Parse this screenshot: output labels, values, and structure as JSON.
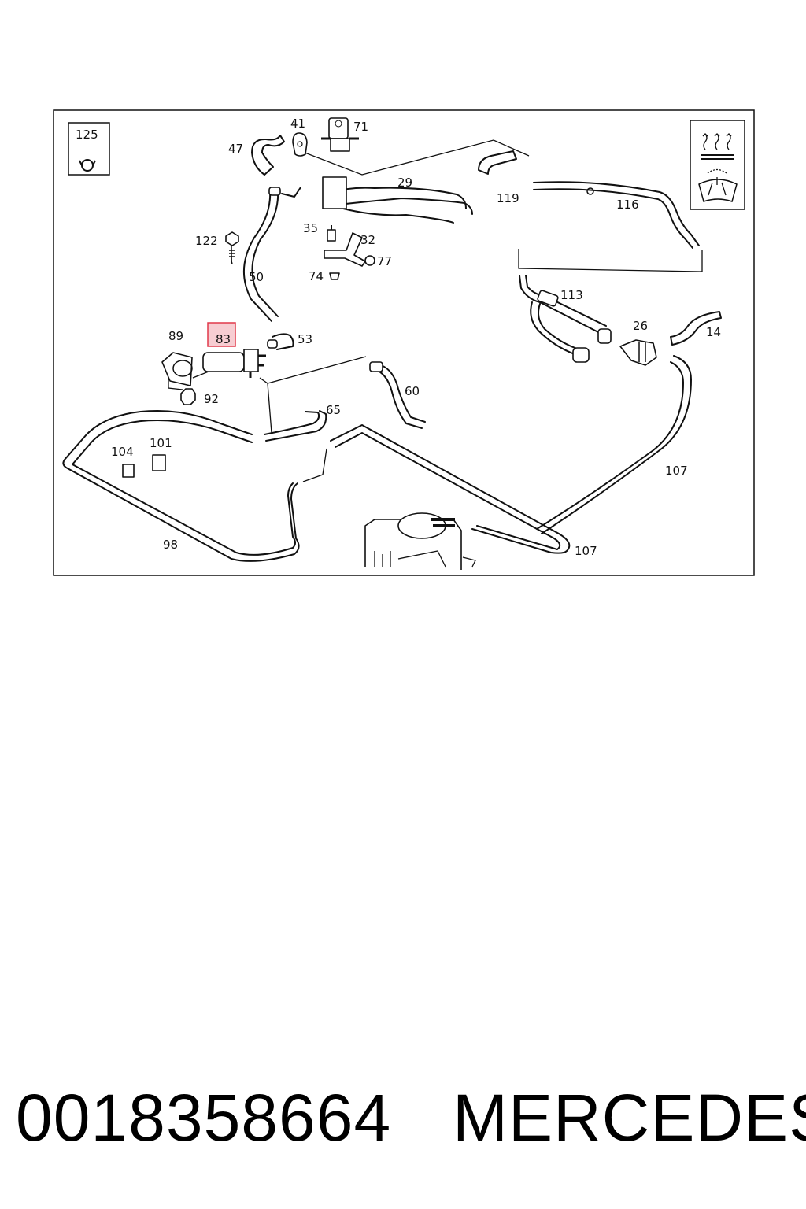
{
  "diagram": {
    "highlight_color": "#e0384a",
    "callouts": {
      "c125": "125",
      "c47": "47",
      "c41": "41",
      "c71": "71",
      "c29": "29",
      "c119": "119",
      "c116": "116",
      "c122": "122",
      "c35": "35",
      "c32": "32",
      "c77": "77",
      "c50": "50",
      "c74": "74",
      "c113": "113",
      "c26": "26",
      "c14": "14",
      "c89": "89",
      "c83": "83",
      "c53": "53",
      "c92": "92",
      "c60": "60",
      "c65": "65",
      "c104": "104",
      "c101": "101",
      "c107a": "107",
      "c98": "98",
      "c107b": "107"
    },
    "icons": [
      "clamp-icon",
      "heater-defrost-icon",
      "windshield-icon"
    ]
  },
  "footer": {
    "part_number": "0018358664",
    "brand": "MERCEDES"
  }
}
